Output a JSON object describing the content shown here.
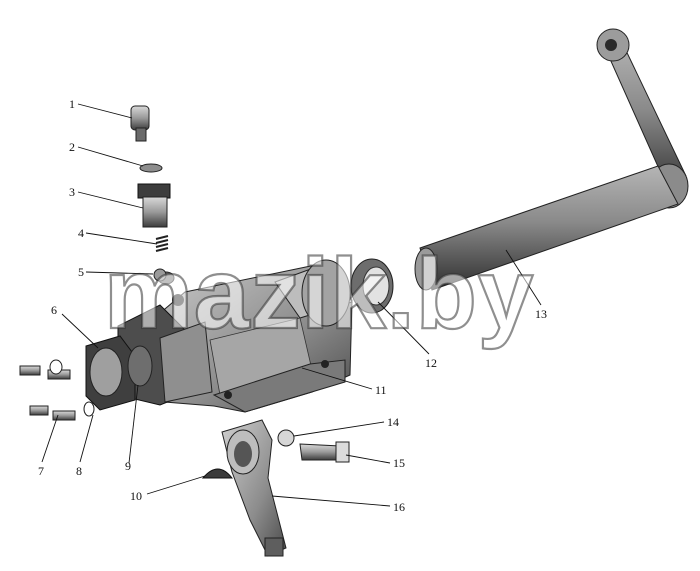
{
  "figure": {
    "watermark": "mazik.by",
    "callouts": [
      "1",
      "2",
      "3",
      "4",
      "5",
      "6",
      "7",
      "8",
      "9",
      "10",
      "11",
      "12",
      "13",
      "14",
      "15",
      "16"
    ]
  }
}
